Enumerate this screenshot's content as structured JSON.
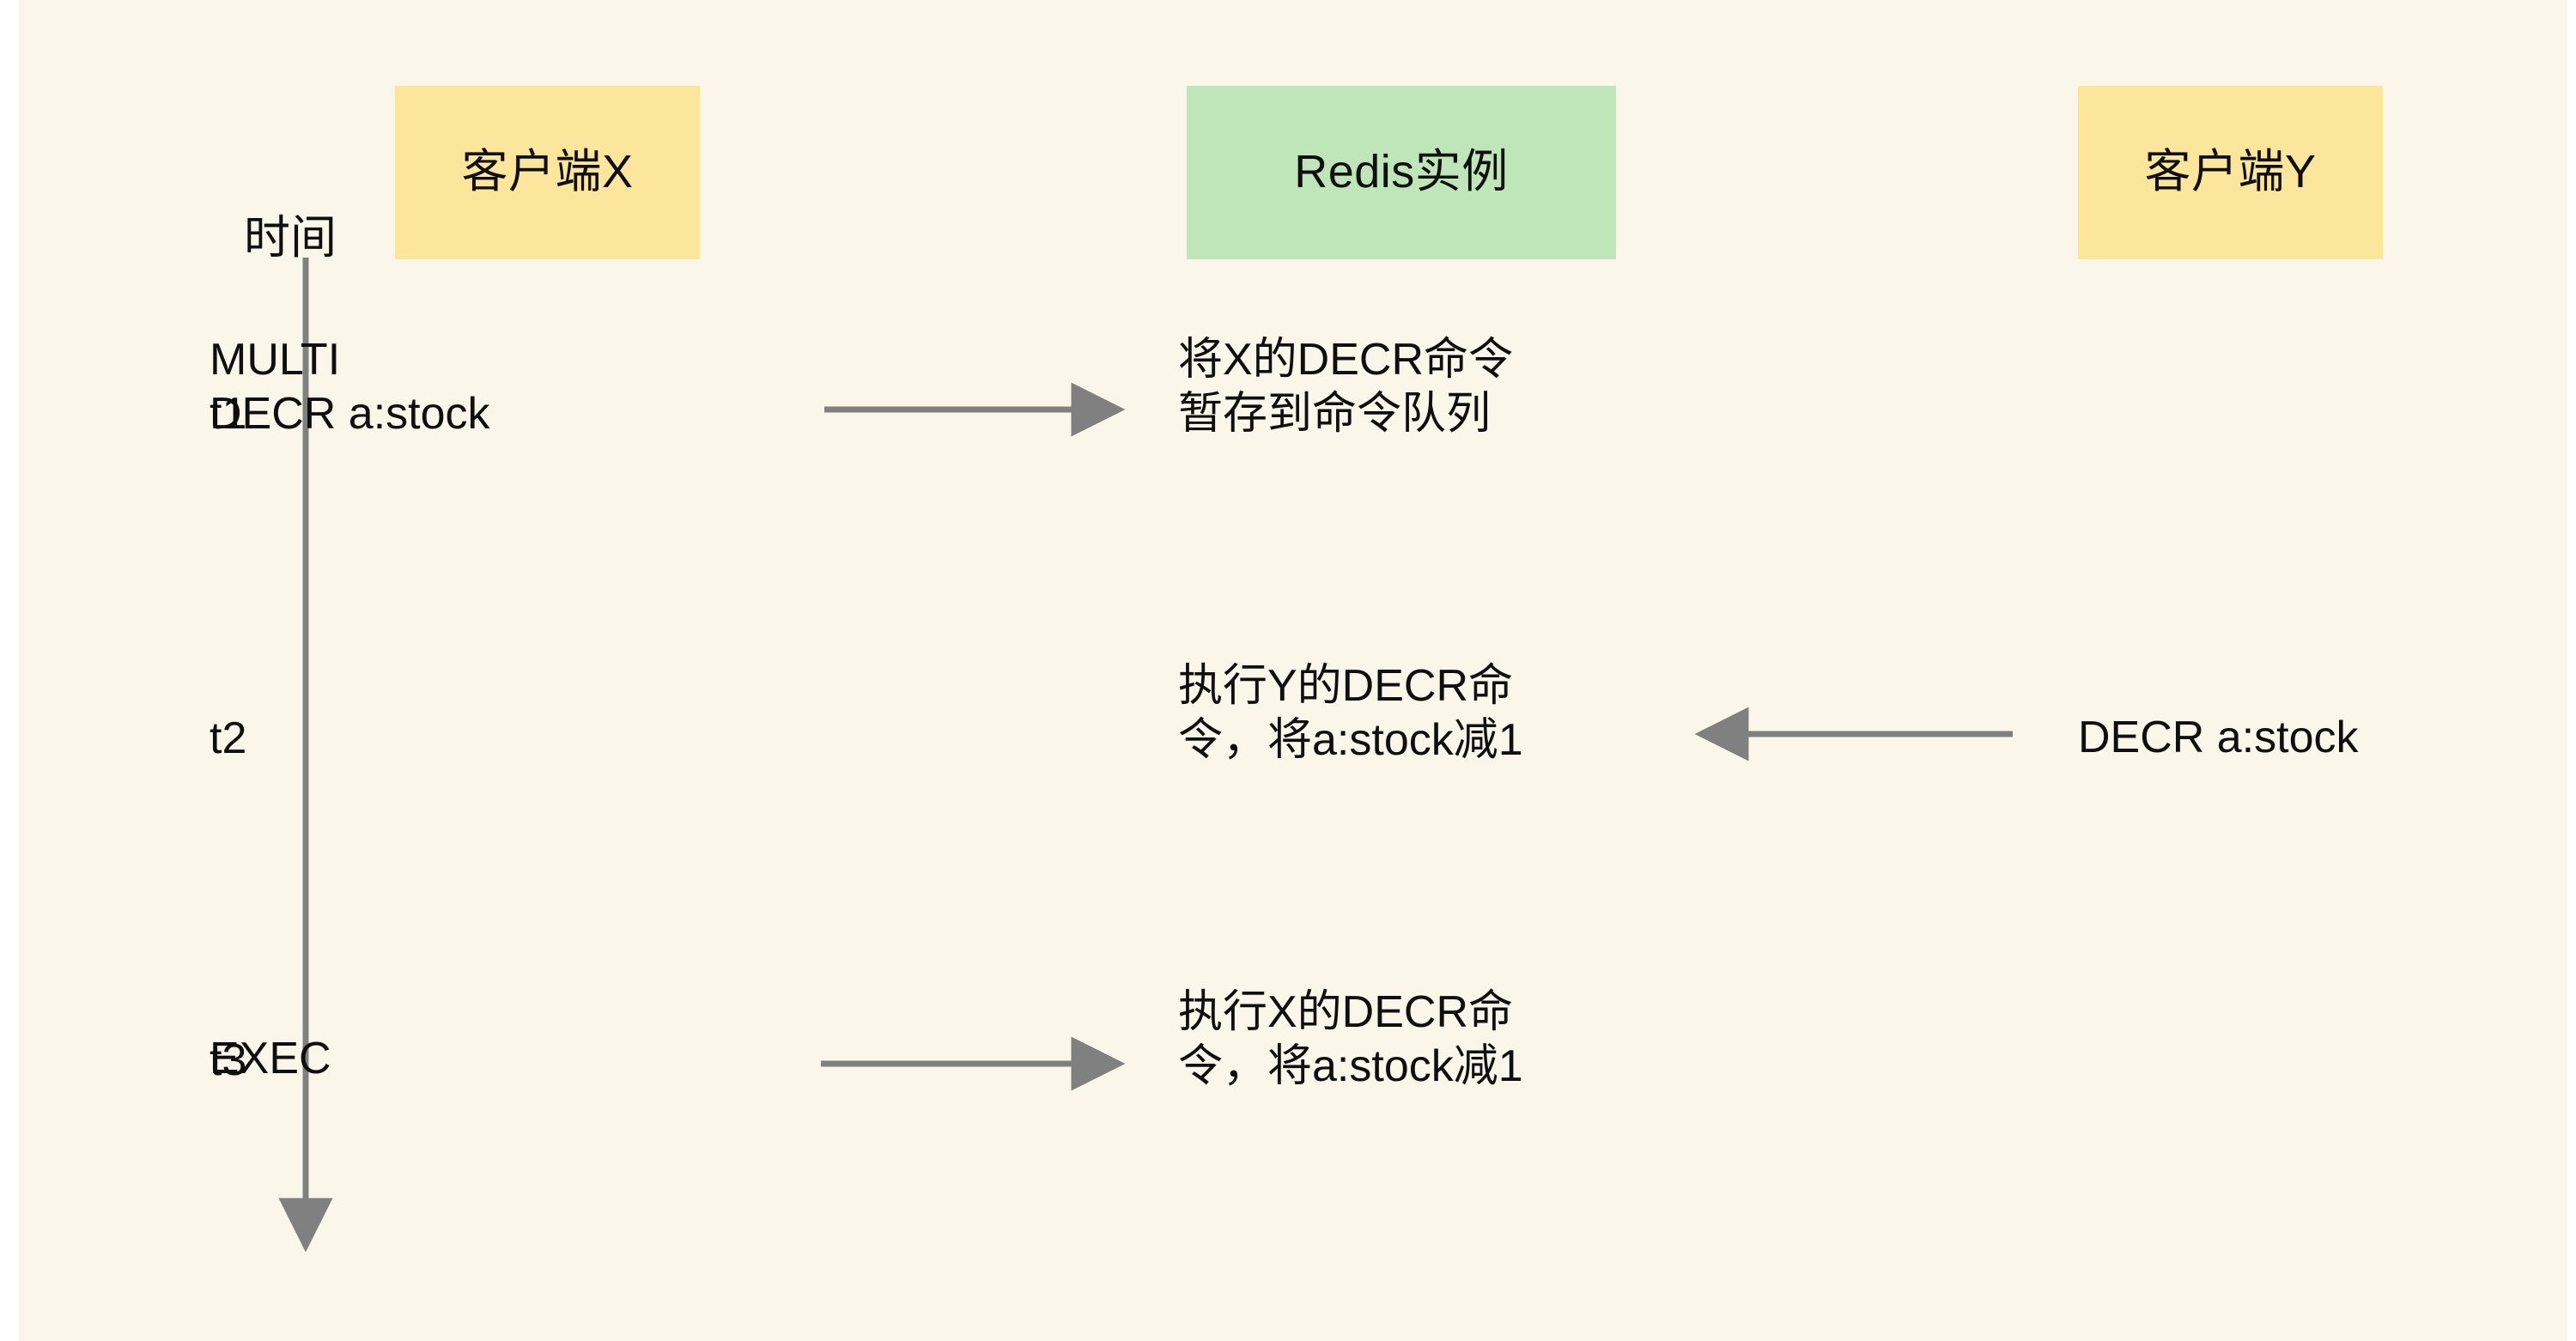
{
  "diagram": {
    "type": "sequence-diagram",
    "title_axis": "时间",
    "colors": {
      "background": "#faf7ea",
      "page": "#ffffff",
      "client_box": "#fce69b",
      "redis_box": "#bfe6b8",
      "arrow": "#808080",
      "text": "#0f0f0f"
    },
    "lanes": [
      {
        "id": "client-x",
        "label": "客户端X"
      },
      {
        "id": "redis",
        "label": "Redis实例"
      },
      {
        "id": "client-y",
        "label": "客户端Y"
      }
    ],
    "timeline": {
      "axis_label": "时间",
      "ticks": [
        "t1",
        "t2",
        "t3"
      ]
    },
    "steps": [
      {
        "time": "t1",
        "source_lane": "client-x",
        "target_lane": "redis",
        "direction": "right",
        "source_text": "MULTI\nDECR a:stock",
        "target_text": "将X的DECR命令\n暂存到命令队列"
      },
      {
        "time": "t2",
        "source_lane": "client-y",
        "target_lane": "redis",
        "direction": "left",
        "source_text": "DECR a:stock",
        "target_text": "执行Y的DECR命\n令，将a:stock减1"
      },
      {
        "time": "t3",
        "source_lane": "client-x",
        "target_lane": "redis",
        "direction": "right",
        "source_text": "EXEC",
        "target_text": "执行X的DECR命\n令，将a:stock减1"
      }
    ]
  }
}
